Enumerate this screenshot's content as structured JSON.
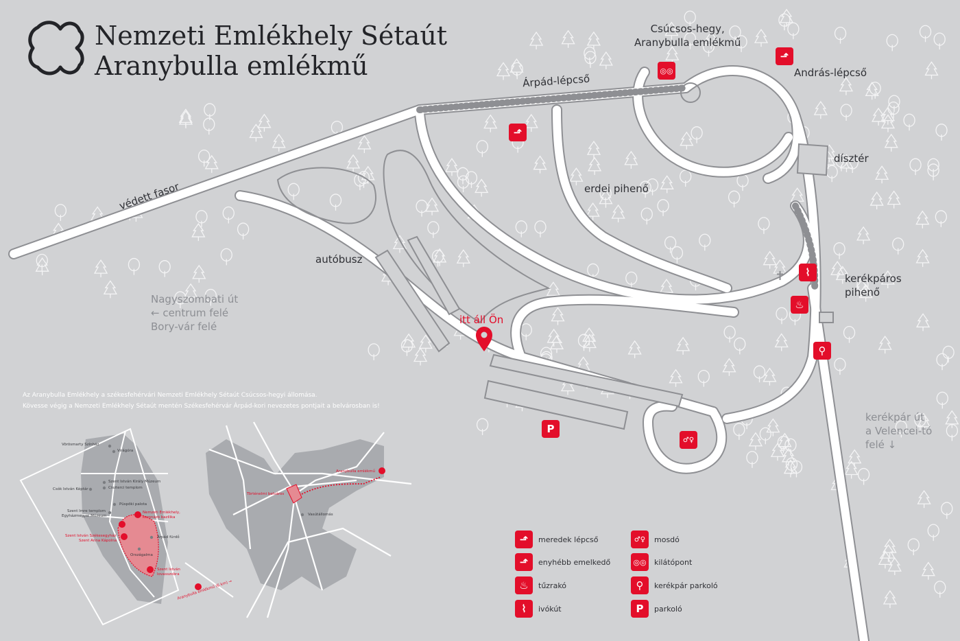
{
  "title": {
    "line1": "Nemzeti Emlékhely Sétaút",
    "line2": "Aranybulla emlékmű"
  },
  "labels": {
    "csucsos": "Csúcsos-hegy,\nAranybulla emlékmű",
    "arpad_lepcso": "Árpád-lépcső",
    "andras_lepcso": "András-lépcső",
    "diszter": "dísztér",
    "erdei_piheno": "erdei pihenő",
    "vedett_fasor": "védett fasor",
    "autobusz": "autóbusz",
    "kerekparos_piheno": "kerékpáros\npihenő",
    "itt_all_on": "itt áll Ön",
    "nagyszombati": "Nagyszombati út\n← centrum felé\nBory-vár felé",
    "kerekpar_ut": "kerékpár út\na Velencei-tó\nfelé ↓"
  },
  "intro": {
    "line1": "Az Aranybulla Emlékhely a székesfehérvári Nemzeti Emlékhely Sétaút Csúcsos-hegyi állomása.",
    "line2": "Kövesse végig a Nemzeti Emlékhely Sétaút mentén Székesfehérvár Árpád-kori nevezetes pontjait a belvárosban is!"
  },
  "poi_icons": {
    "kilatopont": "◎◎",
    "meredek": "⬏",
    "enyhebb": "⬏",
    "ivokut": "⌇",
    "tuzrako": "♨",
    "kerekpar": "⚲",
    "parkolo": "P",
    "mosdo": "♂♀"
  },
  "legend": [
    {
      "icon": "⬏",
      "label": "meredek lépcső"
    },
    {
      "icon": "⬏",
      "label": "enyhébb emelkedő"
    },
    {
      "icon": "♨",
      "label": "tűzrakó"
    },
    {
      "icon": "⌇",
      "label": "ivókút"
    },
    {
      "icon": "♂♀",
      "label": "mosdó"
    },
    {
      "icon": "◎◎",
      "label": "kilátópont"
    },
    {
      "icon": "⚲",
      "label": "kerékpár parkoló"
    },
    {
      "icon": "P",
      "label": "parkoló"
    }
  ],
  "city_map": {
    "places": [
      "Vörösmarty Színház",
      "Virágóra",
      "Szent István Király Múzeum",
      "Ciszterci templom",
      "Csók István Képtár",
      "Püspöki palota",
      "Szent Imre templom",
      "Egyházmegyei Múzeum",
      "Árpád fürdő",
      "Országalma"
    ],
    "red_places": [
      "Nemzeti Emlékhely,",
      "koronázó bazilika",
      "Szent István Székesegyház",
      "Szent Anna Kápolna",
      "Szent István",
      "lovasszobra",
      "Aranybulla emlékmű (6 km) →"
    ]
  },
  "region_map": {
    "aranybulla": "Aranybulla emlékmű",
    "tortenelmi": "Történelmi belváros",
    "vasutallomas": "Vasútállomás"
  },
  "colors": {
    "background": "#d1d2d4",
    "accent": "#e30e2a",
    "path": "#ffffff",
    "path_outline": "#8e8f93",
    "text": "#2f3035"
  }
}
